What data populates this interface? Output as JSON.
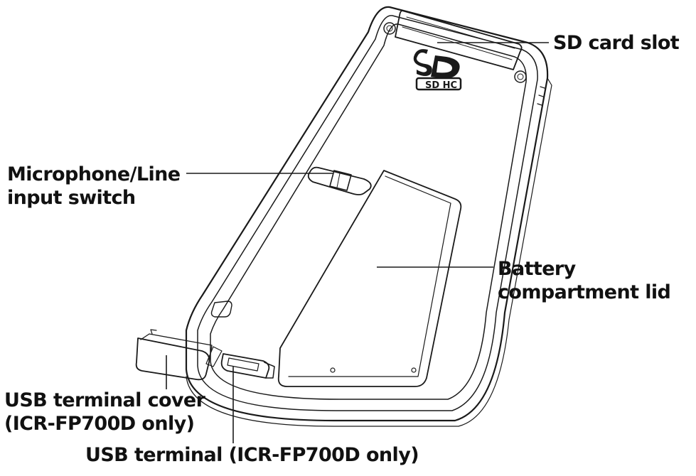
{
  "diagram": {
    "labels": {
      "sd_card_slot": "SD card slot",
      "mic_line_switch": [
        "Microphone/Line",
        "input switch"
      ],
      "battery_lid": [
        "Battery",
        "compartment lid"
      ],
      "usb_cover": [
        "USB terminal cover",
        "(ICR-FP700D only)"
      ],
      "usb_terminal": "USB terminal (ICR-FP700D only)"
    },
    "logo_text": "SD HC"
  }
}
